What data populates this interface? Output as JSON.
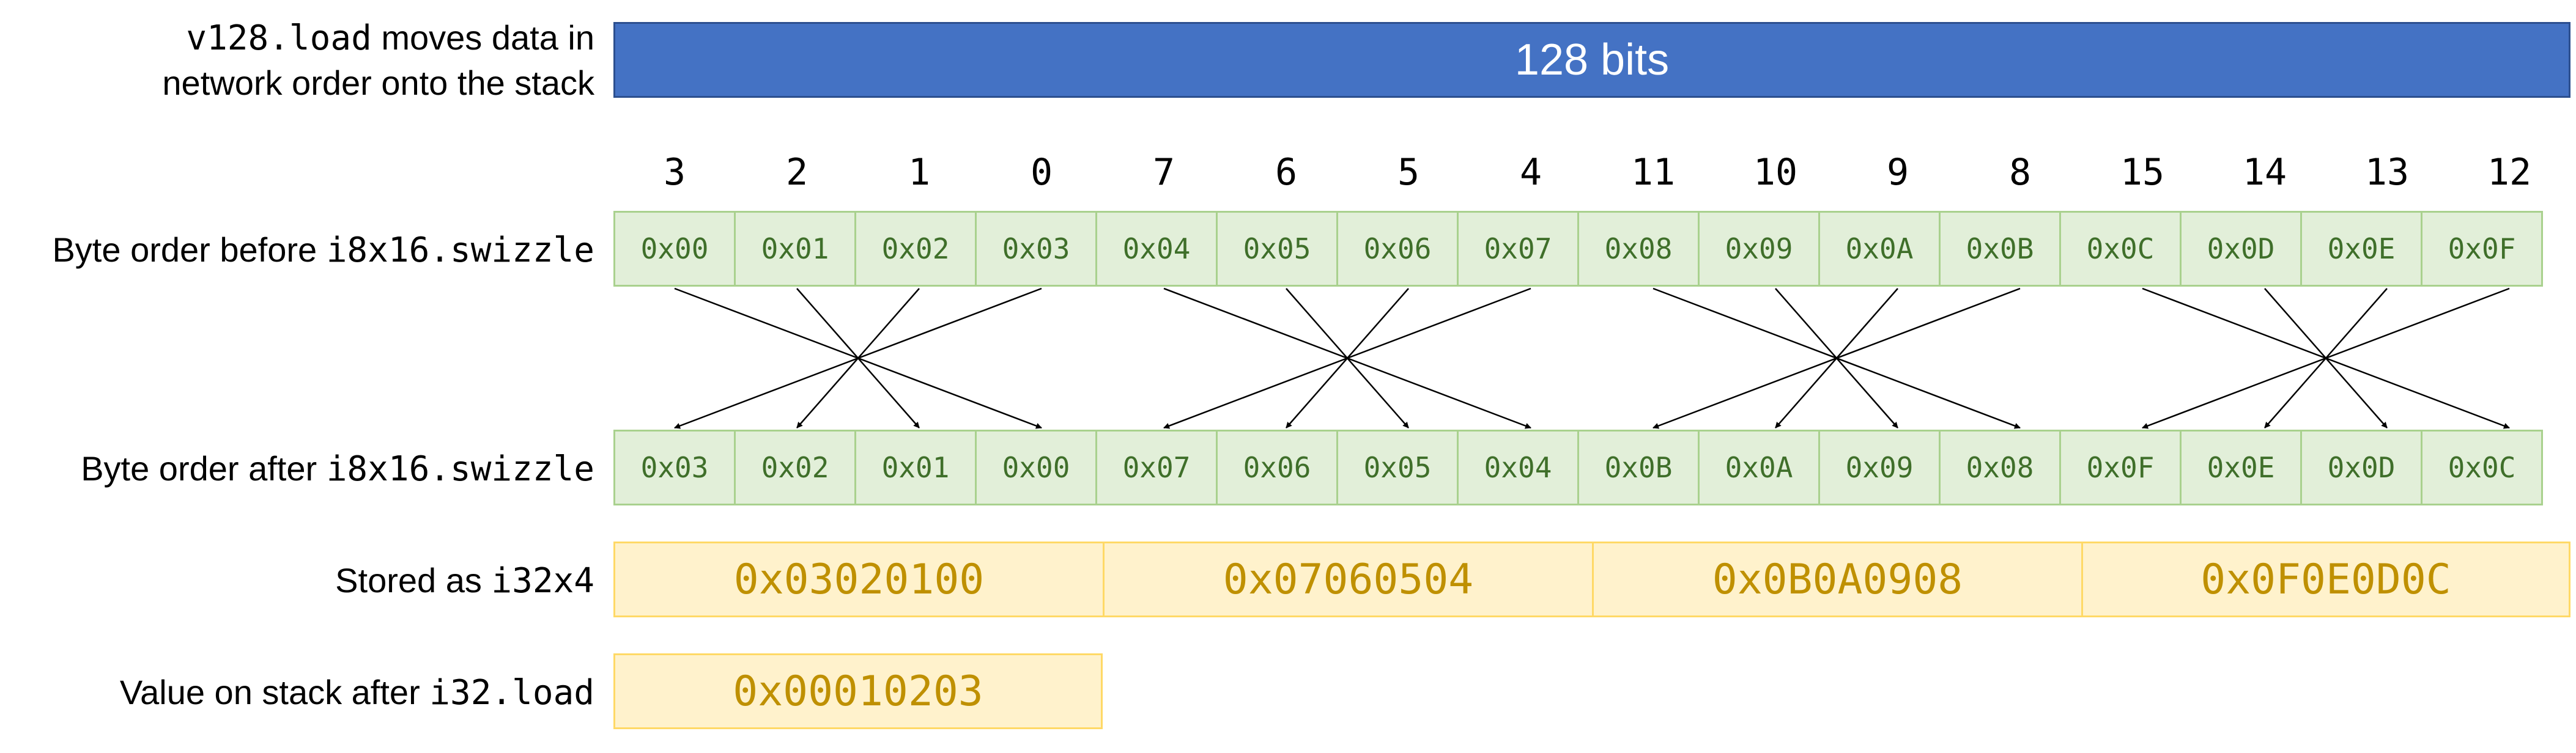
{
  "labels": {
    "load_line1_code": "v128.load",
    "load_line1_text": " moves data in",
    "load_line2": "network order onto the stack",
    "before_text": "Byte order before ",
    "before_code": "i8x16.swizzle",
    "after_text": "Byte order after ",
    "after_code": "i8x16.swizzle",
    "stored_text": "Stored as ",
    "stored_code": "i32x4",
    "value_text": "Value on stack after ",
    "value_code": "i32.load"
  },
  "bar_label": "128 bits",
  "indices": [
    "3",
    "2",
    "1",
    "0",
    "7",
    "6",
    "5",
    "4",
    "11",
    "10",
    "9",
    "8",
    "15",
    "14",
    "13",
    "12"
  ],
  "bytes_before": [
    "0x00",
    "0x01",
    "0x02",
    "0x03",
    "0x04",
    "0x05",
    "0x06",
    "0x07",
    "0x08",
    "0x09",
    "0x0A",
    "0x0B",
    "0x0C",
    "0x0D",
    "0x0E",
    "0x0F"
  ],
  "bytes_after": [
    "0x03",
    "0x02",
    "0x01",
    "0x00",
    "0x07",
    "0x06",
    "0x05",
    "0x04",
    "0x0B",
    "0x0A",
    "0x09",
    "0x08",
    "0x0F",
    "0x0E",
    "0x0D",
    "0x0C"
  ],
  "stored_words": [
    "0x03020100",
    "0x07060504",
    "0x0B0A0908",
    "0x0F0E0D0C"
  ],
  "stack_value": "0x00010203",
  "colors": {
    "bar_fill": "#4472c4",
    "byte_fill": "#e2efd9",
    "byte_border": "#a9d18e",
    "byte_text": "#3f6f2a",
    "word_fill": "#fff2cc",
    "word_border": "#ffd966",
    "word_text": "#bf9000"
  }
}
